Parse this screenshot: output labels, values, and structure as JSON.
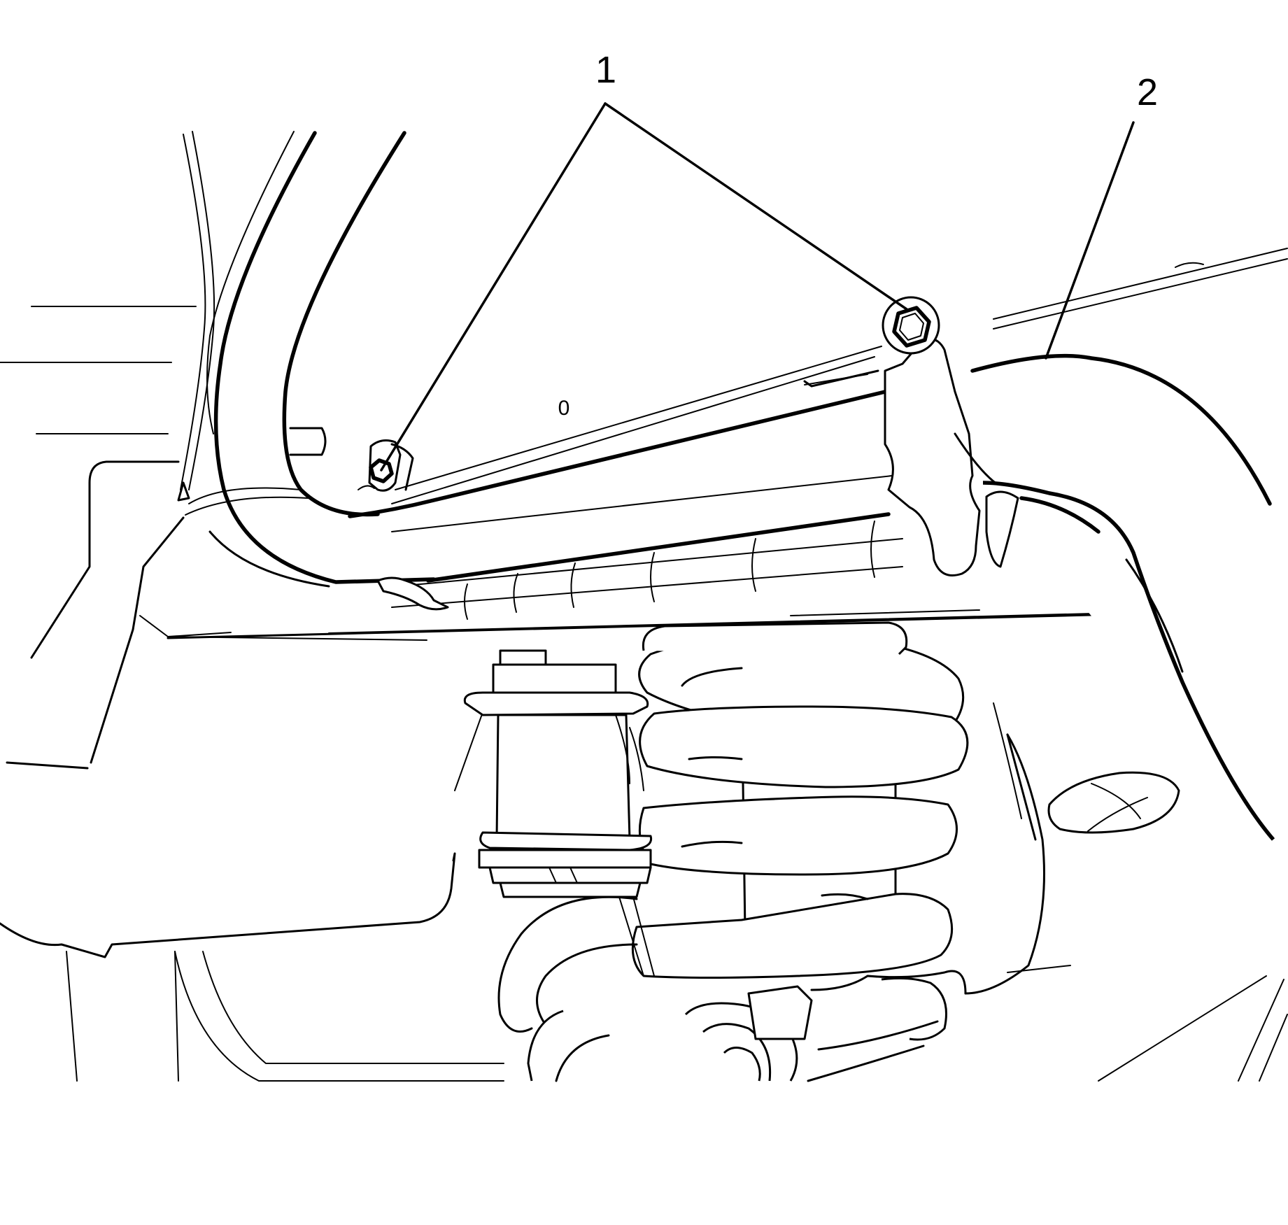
{
  "callouts": [
    {
      "id": "1",
      "label": "1"
    },
    {
      "id": "2",
      "label": "2"
    }
  ],
  "stamp_text": "0",
  "line_color": "#000000",
  "background_color": "#ffffff"
}
